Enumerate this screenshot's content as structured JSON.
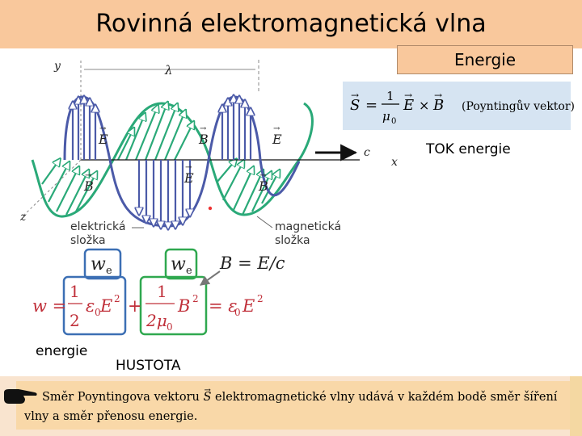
{
  "header": {
    "title": "Rovinná elektromagnetická vlna"
  },
  "energie_box": {
    "label": "Energie"
  },
  "poynting": {
    "lhs": "S",
    "eq": "=",
    "num": "1",
    "den": "μ",
    "den_sub": "0",
    "e": "E",
    "times": "×",
    "b": "B",
    "name": "(Poyntingův vektor)"
  },
  "tok_label": "TOK energie",
  "diagram": {
    "axis_y": "y",
    "axis_z": "z",
    "axis_x": "x",
    "wavelength": "λ",
    "speed": "c",
    "e_labels": [
      "E",
      "E",
      "E"
    ],
    "b_labels": [
      "B",
      "B",
      "B"
    ],
    "electric_label": "elektrická složka",
    "magnetic_label": "magnetická složka"
  },
  "formula": {
    "w_e_left": "w",
    "w_e_left_sub": "e",
    "w_e_right": "w",
    "w_e_right_sub": "e",
    "b_relation": "B = E/c",
    "w": "w =",
    "frac1_num": "1",
    "frac1_den": "2",
    "eps": "ε",
    "eps_sub": "0",
    "e2": "E",
    "sq": "2",
    "plus": "+",
    "frac2_num": "1",
    "frac2_den": "2μ",
    "frac2_den_sub": "0",
    "b2": "B",
    "eq2": "= ε",
    "eps2_sub": "0",
    "e3": "E"
  },
  "labels": {
    "energie": "energie",
    "hustota": "HUSTOTA"
  },
  "note": {
    "line1_pre": "Směr Poyntingova vektoru",
    "s": "S",
    "line1_post": "elektromagnetické vlny udává v každém bodě směr šíření",
    "line2": "vlny a směr přenosu energie."
  },
  "colors": {
    "title_bg": "#f9c89c",
    "wave_e": "#4b5aa8",
    "wave_b": "#2aa978",
    "box_blue": "#3c6fb4",
    "box_green": "#2fa84f"
  }
}
